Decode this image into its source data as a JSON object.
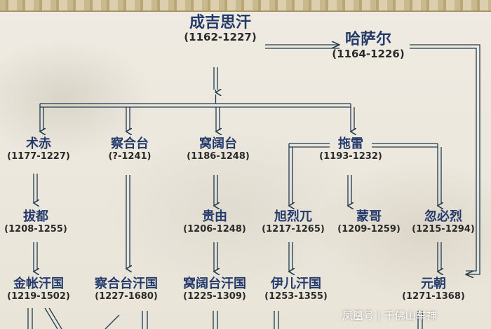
{
  "root": {
    "name": "成吉思汗",
    "years": "(1162-1227)"
  },
  "brother": {
    "name": "哈萨尔",
    "years": "(1164-1226)"
  },
  "sons": [
    {
      "name": "术赤",
      "years": "(1177-1227)"
    },
    {
      "name": "察合台",
      "years": "(?-1241)"
    },
    {
      "name": "窝阔台",
      "years": "(1186-1248)"
    },
    {
      "name": "拖雷",
      "years": "(1193-1232)"
    }
  ],
  "grandsons": [
    {
      "name": "拔都",
      "years": "(1208-1255)"
    },
    {
      "name": "贵由",
      "years": "(1206-1248)"
    },
    {
      "name": "旭烈兀",
      "years": "(1217-1265)"
    },
    {
      "name": "蒙哥",
      "years": "(1209-1259)"
    },
    {
      "name": "忽必烈",
      "years": "(1215-1294)"
    }
  ],
  "states": [
    {
      "name": "金帐汗国",
      "years": "(1219-1502)"
    },
    {
      "name": "察合台汗国",
      "years": "(1227-1680)"
    },
    {
      "name": "窝阔台汗国",
      "years": "(1225-1309)"
    },
    {
      "name": "伊儿汗国",
      "years": "(1253-1355)"
    },
    {
      "name": "元朝",
      "years": "(1271-1368)"
    }
  ],
  "watermark": "凤凰号 | 千佛山车神"
}
